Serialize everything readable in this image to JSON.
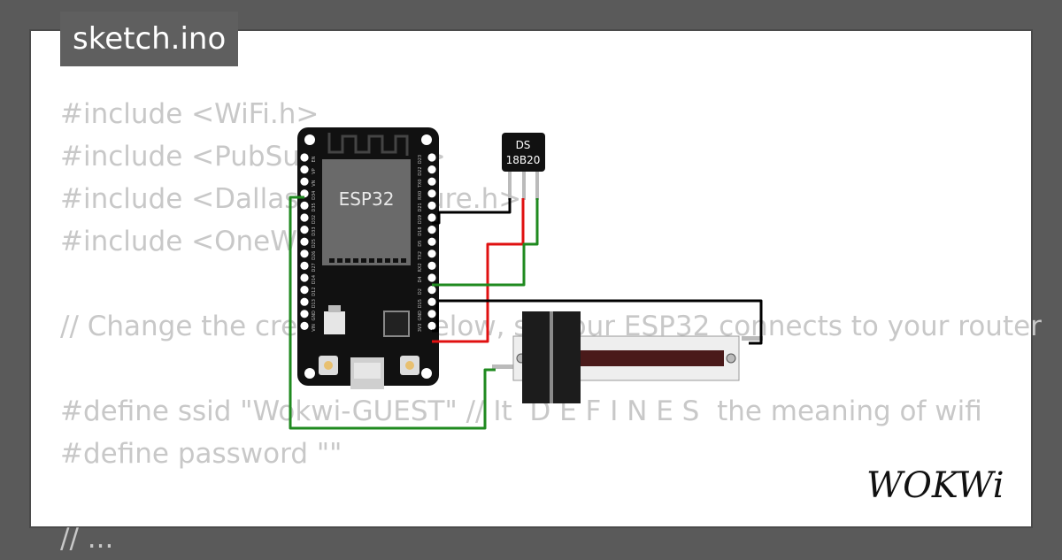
{
  "title": "sketch.ino",
  "code_lines": [
    "#include <WiFi.h>",
    "#include <PubSubClient.h>",
    "#include <DallasTemperature.h>",
    "#include <OneWire.h>",
    "",
    "// Change the credentials below, so your ESP32 connects to your router",
    "",
    "#define ssid \"Wokwi-GUEST\" // It  D E F I N E S  the meaning of wifi",
    "#define password \"\"",
    "",
    "// ..."
  ],
  "diagram": {
    "esp32_label": "ESP32",
    "sensor_label_line1": "DS",
    "sensor_label_line2": "18B20",
    "left_pins": [
      "EN",
      "VP",
      "VN",
      "D34",
      "D35",
      "D32",
      "D33",
      "D25",
      "D26",
      "D27",
      "D14",
      "D12",
      "D13",
      "GND",
      "VIN"
    ],
    "right_pins": [
      "D23",
      "D22",
      "TX0",
      "RX0",
      "D21",
      "D19",
      "D18",
      "D5",
      "TX2",
      "RX2",
      "D4",
      "D2",
      "D15",
      "GND",
      "3V3"
    ]
  },
  "logo": {
    "text": "WOKWi"
  },
  "colors": {
    "background": "#5a5a5a",
    "card": "#ffffff",
    "code_text": "#c8c8c8",
    "title_bg": "#5f5f5f",
    "board": "#111111",
    "wire_green": "#1f8a1f",
    "wire_red": "#e01010",
    "wire_black": "#000000"
  }
}
